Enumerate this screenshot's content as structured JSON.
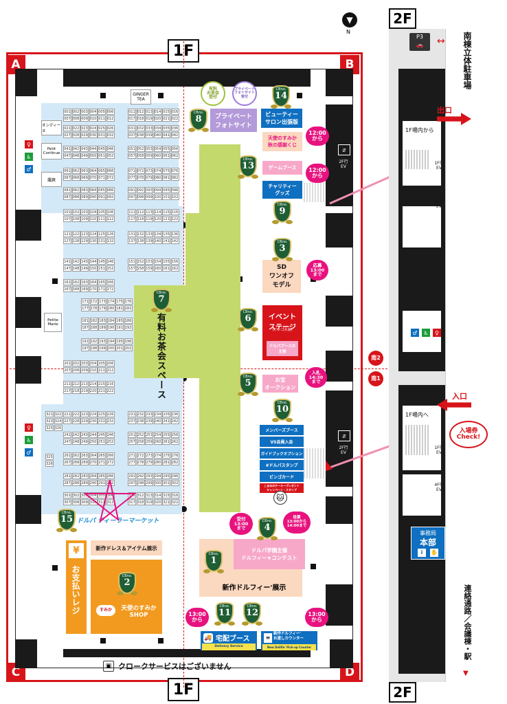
{
  "floor": {
    "label_1f": "1F",
    "label_2f": "2F"
  },
  "corners": [
    "A",
    "B",
    "C",
    "D"
  ],
  "compass": {
    "north": "N"
  },
  "sign_nanmu_parking": "南棟立体駐車場",
  "parking_label": "P3",
  "exit_label": "出口",
  "entry_label": "入口",
  "from_1f_inside": "1F場内から",
  "to_1f_inside": "1F場内へ",
  "ev_2f": "2F行\nEV",
  "ev_1f": "1F行\nEV",
  "ev_4f": "4F行\nEV",
  "south_entries": [
    "南2",
    "南1"
  ],
  "ticket_check": "入場券\nCheck!",
  "office": {
    "line1": "事務局",
    "line2": "本部"
  },
  "corridor": "連絡通路／会議棟・駅",
  "ginger_tea": "GINGER\nTEA",
  "small_shops": [
    "オンディーヌ",
    "Petit\nContinue",
    "颯爽",
    "Petite\nMarie"
  ],
  "tea_space": "有料お茶会スペース",
  "tea_reception": "有料\nお茶会\n受付",
  "photo_reception": "プライベート\nフォトサイト\n受付",
  "private_photo": "プライベート\nフォトサイト",
  "beauty_salon": "ビューティー\nサロン出張版",
  "angel_lottery": "天使のすみか\n秋の感謝くじ",
  "game_booth": "ゲームブース",
  "charity_goods": "チャリティー\nグッズ",
  "sd_oneoff": "SD\nワンオフ\nモデル",
  "event_stage": "イベント\nステージ",
  "bingo": "(ビンゴ大会)",
  "dollpa_main": "ドルパブースの\n主張",
  "treasure_auction": "お宝\nオークション",
  "booth10_items": [
    "メンバーズブース",
    "VS会員入会",
    "ガイドブックオプション",
    "#ドルパスタンプ",
    "ビンゴカード",
    "こまめのテーキープレゼント\nキャンペーン・スタンプ"
  ],
  "dollfie_contest": "ドルパ学園主催\nドルフィー★コンテスト",
  "new_dollfie": "新作ドルフィー'展示",
  "new_dress": "新作ドレス＆アイテム展示",
  "payment_register": "お支払いレジ",
  "angel_shop": "天使のすみか\nSHOP",
  "flea_market": "ドルパ ディーラーマーケット",
  "delivery_booth": "宅配ブース",
  "delivery_sub": "Delivery Service",
  "pickup_counter": "新作ドルフィー'\nお渡しカウンター",
  "pickup_sub": "New Dollfie' Pick-up Counter",
  "cloak": "クロークサービスはございません",
  "time_badges": {
    "t1200a": "12:00\nから",
    "t1200b": "12:00\nから",
    "apply": "応募\n13:00\nまで",
    "bid": "入札\n14:30\nまで",
    "recept": "受付\n13:00\nまで",
    "vote": "投票\n13:00から\n14:00まで",
    "t1300a": "13:00\nから",
    "t1300b": "13:00\nから"
  },
  "booth_numbers": {
    "n1": "1",
    "n2": "2",
    "n3": "3",
    "n4": "4",
    "n5": "5",
    "n6": "6",
    "n7": "7",
    "n8": "8",
    "n9": "9",
    "n10": "10",
    "n11": "11",
    "n12": "12",
    "n13": "13",
    "n14": "14",
    "n15": "15"
  },
  "cb_label": "CBno.",
  "yen_sign": "¥",
  "sumika_logo": "すみか",
  "colors": {
    "red": "#d7141a",
    "green": "#c4d96b",
    "lightblue": "#d4e9f7",
    "orange": "#f29a1f",
    "pink": "#e8127e",
    "blue": "#0f6fc0",
    "purple": "#b39ad9",
    "peach": "#fbd8c0"
  }
}
